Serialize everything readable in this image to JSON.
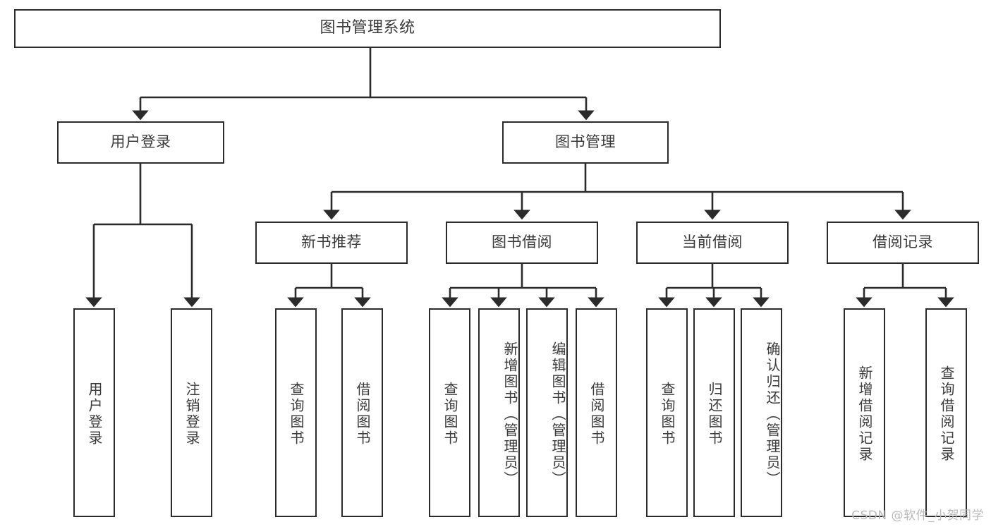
{
  "diagram": {
    "title": "图书管理系统",
    "type": "hierarchy-tree",
    "stroke_color": "#2b2b2b",
    "text_color": "#3a3a3a",
    "background": "#ffffff",
    "watermark": "CSDN @软件_小贺同学",
    "watermark_color": "#b9b9b9",
    "root": {
      "label": "图书管理系统"
    },
    "level2": [
      {
        "label": "用户登录"
      },
      {
        "label": "图书管理"
      }
    ],
    "level3": [
      {
        "label": "新书推荐"
      },
      {
        "label": "图书借阅"
      },
      {
        "label": "当前借阅"
      },
      {
        "label": "借阅记录"
      }
    ],
    "leaves": {
      "user_login": [
        {
          "label": "用户登录"
        },
        {
          "label": "注销登录"
        }
      ],
      "new_book_recommend": [
        {
          "label": "查询图书"
        },
        {
          "label": "借阅图书"
        }
      ],
      "book_borrow": [
        {
          "label": "查询图书"
        },
        {
          "label": "新增图书（管理员）"
        },
        {
          "label": "编辑图书（管理员）"
        },
        {
          "label": "借阅图书"
        }
      ],
      "current_borrow": [
        {
          "label": "查询图书"
        },
        {
          "label": "归还图书"
        },
        {
          "label": "确认归还（管理员）"
        }
      ],
      "borrow_record": [
        {
          "label": "新增借阅记录"
        },
        {
          "label": "查询借阅记录"
        }
      ]
    }
  }
}
